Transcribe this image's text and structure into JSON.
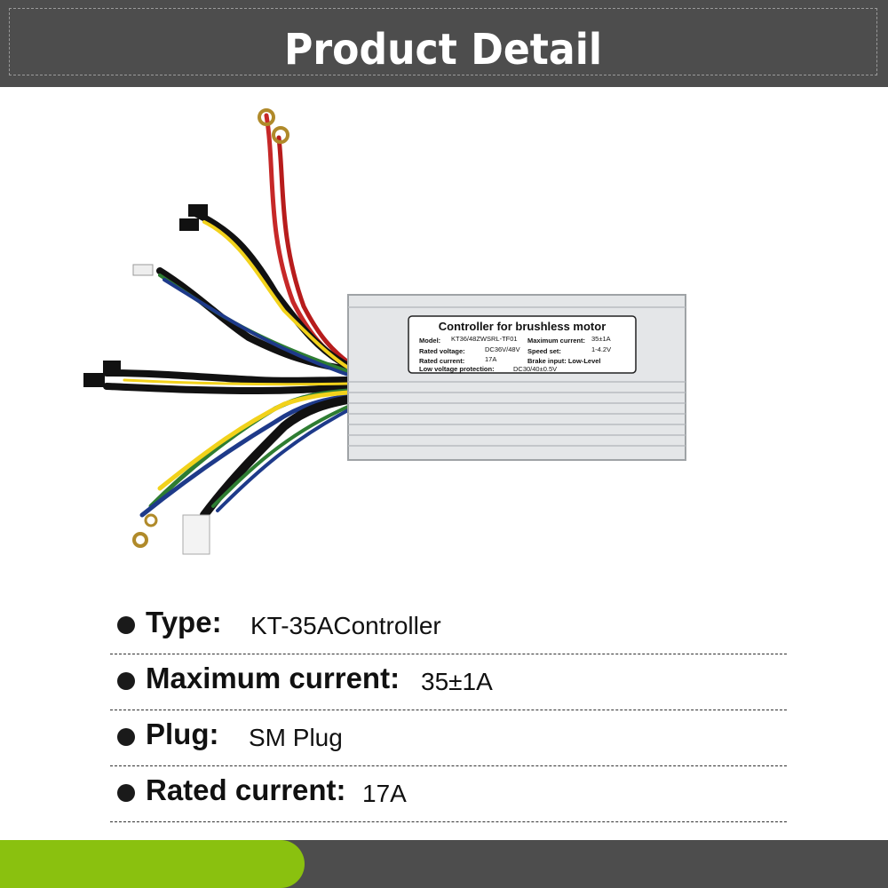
{
  "header": {
    "title": "Product Detail"
  },
  "product": {
    "label_title": "Controller for brushless motor",
    "label_lines": [
      {
        "k": "Model:",
        "v": "KT36/48ZWSRL-TF01",
        "k2": "Maximum current:",
        "v2": "35±1A"
      },
      {
        "k": "Rated voltage:",
        "v": "DC36V/48V",
        "k2": "Speed set:",
        "v2": "1-4.2V"
      },
      {
        "k": "Rated current:",
        "v": "17A",
        "k2": "Brake input: Low-Level",
        "v2": ""
      },
      {
        "k": "Low voltage protection:",
        "v": "DC30/40±0.5V",
        "k2": "",
        "v2": ""
      }
    ]
  },
  "specs": [
    {
      "label": "Type:",
      "value": "KT-35AController"
    },
    {
      "label": "Maximum current:",
      "value": "35±1A"
    },
    {
      "label": "Plug:",
      "value": "SM Plug"
    },
    {
      "label": "Rated current:",
      "value": "17A"
    }
  ],
  "colors": {
    "header_bg": "#4d4d4d",
    "accent": "#8ac10f"
  }
}
